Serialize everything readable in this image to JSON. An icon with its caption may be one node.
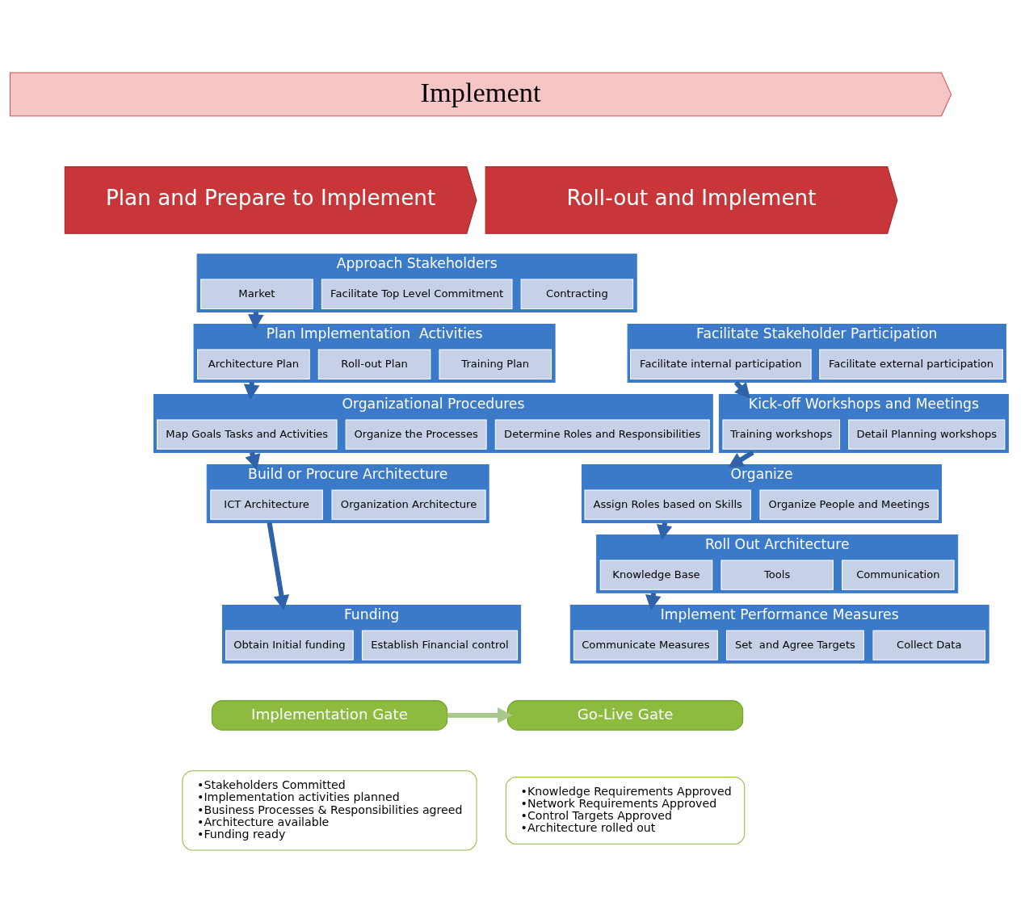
{
  "diagram": {
    "nodes": [
      {
        "text": [
          "Implement"
        ]
      },
      {
        "text": [
          "Plan and Prepare to Implement"
        ]
      },
      {
        "text": [
          "Roll-out and Implement"
        ]
      },
      {
        "text": [
          "Approach Stakeholders"
        ]
      },
      {
        "text": [
          "Market"
        ],
        "in": 3
      },
      {
        "text": [
          "Facilitate Top Level Commitment"
        ],
        "in": 3
      },
      {
        "text": [
          "Contracting"
        ],
        "in": 3
      },
      {
        "text": [
          "Plan Implementation  Activities"
        ]
      },
      {
        "text": [
          "Architecture Plan"
        ],
        "in": 7
      },
      {
        "text": [
          "Roll-out Plan"
        ],
        "in": 7
      },
      {
        "text": [
          "Training Plan"
        ],
        "in": 7
      },
      {
        "text": [
          "Organizational Procedures"
        ]
      },
      {
        "text": [
          "Map Goals Tasks and Activities"
        ],
        "in": 11
      },
      {
        "text": [
          "Organize the Processes"
        ],
        "in": 11
      },
      {
        "text": [
          "Determine Roles and Responsibilities"
        ],
        "in": 11
      },
      {
        "text": [
          "Build or Procure Architecture"
        ]
      },
      {
        "text": [
          "ICT Architecture"
        ],
        "in": 15
      },
      {
        "text": [
          "Organization Architecture"
        ],
        "in": 15
      },
      {
        "text": [
          "Funding"
        ]
      },
      {
        "text": [
          "Obtain Initial funding"
        ],
        "in": 18
      },
      {
        "text": [
          "Establish Financial control"
        ],
        "in": 18
      },
      {
        "text": [
          "Implementation Gate"
        ]
      },
      {
        "text": [
          "•Stakeholders Committed",
          "•Implementation activities planned",
          "•Business Processes & Responsibilities agreed",
          "•Architecture available",
          "•Funding ready"
        ]
      },
      {
        "text": [
          "Facilitate Stakeholder Participation"
        ]
      },
      {
        "text": [
          "Facilitate internal participation"
        ],
        "in": 23
      },
      {
        "text": [
          "Facilitate external participation"
        ],
        "in": 23
      },
      {
        "text": [
          "Kick-off Workshops and Meetings"
        ]
      },
      {
        "text": [
          "Training workshops"
        ],
        "in": 26
      },
      {
        "text": [
          "Detail Planning workshops"
        ],
        "in": 26
      },
      {
        "text": [
          "Organize"
        ]
      },
      {
        "text": [
          "Assign Roles based on Skills"
        ],
        "in": 29
      },
      {
        "text": [
          "Organize People and Meetings"
        ],
        "in": 29
      },
      {
        "text": [
          "Roll Out Architecture"
        ]
      },
      {
        "text": [
          "Knowledge Base"
        ],
        "in": 32
      },
      {
        "text": [
          "Tools"
        ],
        "in": 32
      },
      {
        "text": [
          "Communication"
        ],
        "in": 32
      },
      {
        "text": [
          "Implement Performance Measures"
        ]
      },
      {
        "text": [
          "Communicate Measures"
        ],
        "in": 36
      },
      {
        "text": [
          "Set  and Agree Targets"
        ],
        "in": 36
      },
      {
        "text": [
          "Collect Data"
        ],
        "in": 36
      },
      {
        "text": [
          "Go-Live Gate"
        ]
      },
      {
        "text": [
          "•Knowledge Requirements Approved",
          "•Network Requirements Approved",
          "•Control Targets Approved",
          "•Architecture rolled out"
        ]
      }
    ],
    "edges": [
      {
        "from": 3,
        "to": 7,
        "arrow": "to"
      },
      {
        "from": 7,
        "to": 11,
        "arrow": "to"
      },
      {
        "from": 11,
        "to": 15,
        "arrow": "to"
      },
      {
        "from": 15,
        "to": 18,
        "arrow": "to"
      },
      {
        "from": 23,
        "to": 26,
        "arrow": "to"
      },
      {
        "from": 26,
        "to": 29,
        "arrow": "to"
      },
      {
        "from": 29,
        "to": 32,
        "arrow": "to"
      },
      {
        "from": 32,
        "to": 36,
        "arrow": "to"
      },
      {
        "from": 21,
        "to": 40,
        "arrow": "to",
        "color": "#a9c98a"
      }
    ]
  }
}
